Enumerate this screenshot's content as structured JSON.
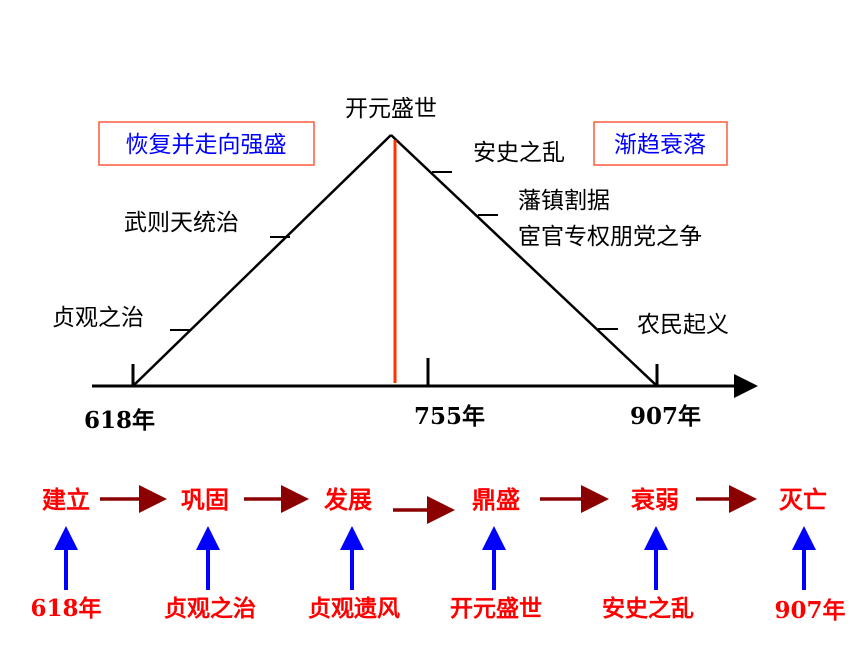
{
  "top_diagram": {
    "peak_label": "开元盛世",
    "rise_phase": "恢复并走向强盛",
    "fall_phase": "渐趋衰落",
    "rise_events": [
      "武则天统治",
      "贞观之治"
    ],
    "fall_events": [
      "安史之乱",
      "藩镇割据",
      "宦官专权朋党之争",
      "农民起义"
    ],
    "axis_years": [
      "618年",
      "755年",
      "907年"
    ]
  },
  "flow": {
    "stages": [
      "建立",
      "巩固",
      "发展",
      "鼎盛",
      "衰弱",
      "灭亡"
    ],
    "causes": [
      "618年",
      "贞观之治",
      "贞观遗风",
      "开元盛世",
      "安史之乱",
      "907年"
    ]
  },
  "colors": {
    "timeline": "#000000",
    "peak_line": "#ff3300",
    "phase_box_border": "#ff5a3c",
    "phase_text": "#0000ff",
    "stage_text": "#ff0000",
    "flow_arrow": "#8b0000",
    "cause_arrow": "#0000ff"
  }
}
